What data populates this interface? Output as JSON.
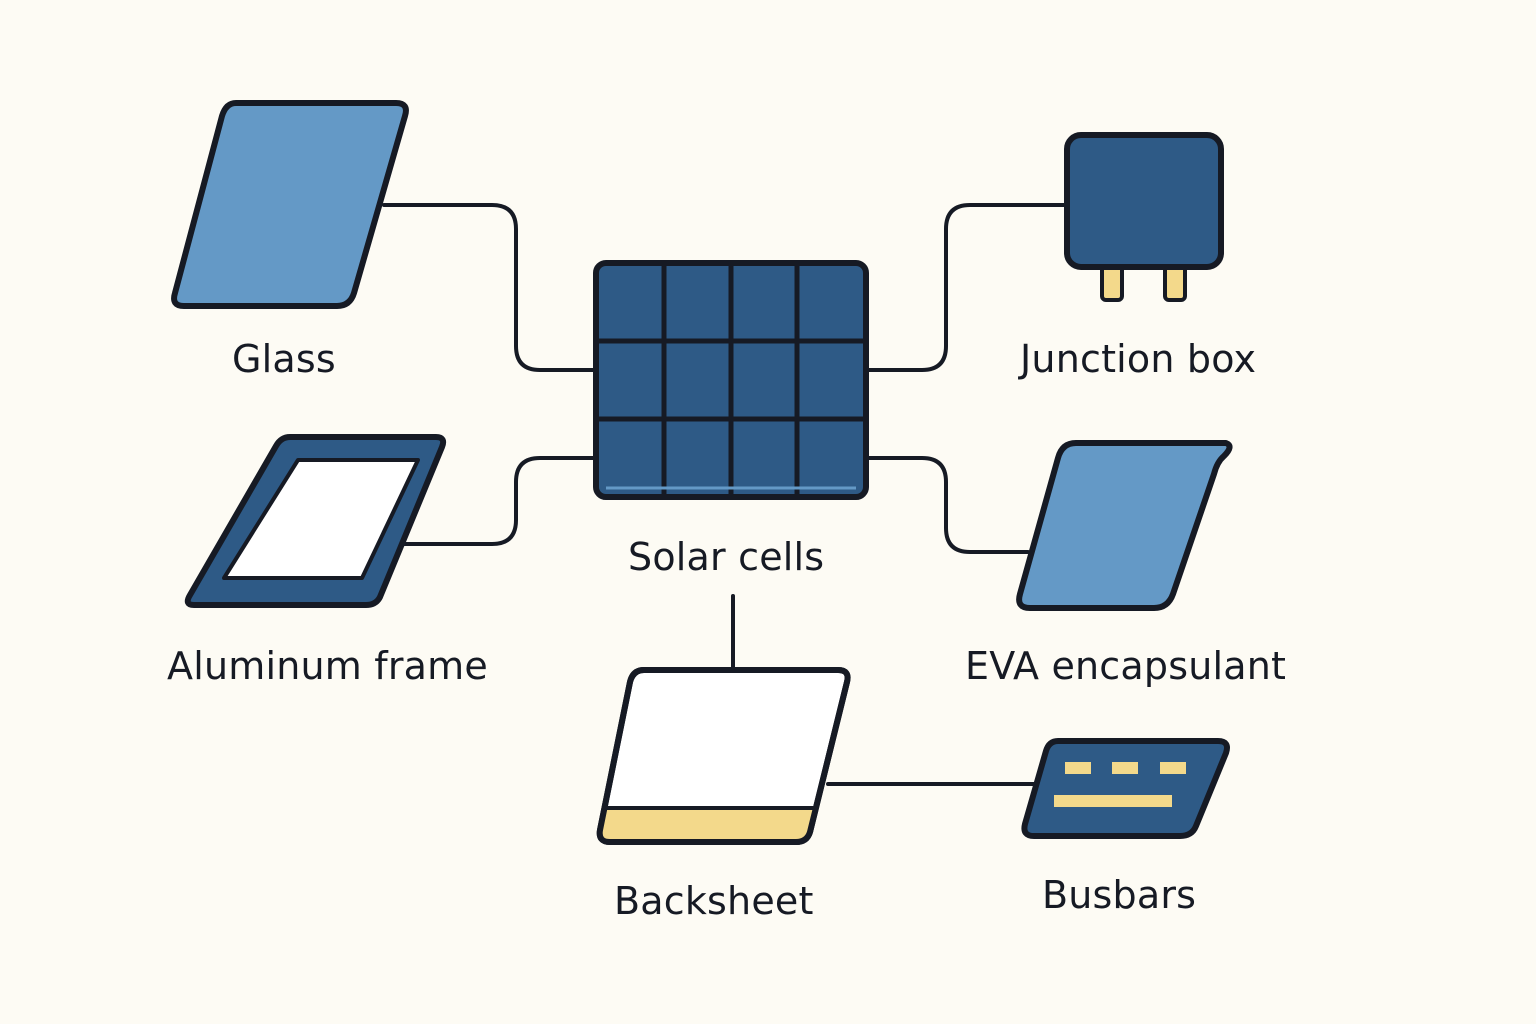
{
  "components": {
    "glass": {
      "label": "Glass"
    },
    "aluminum_frame": {
      "label": "Aluminum frame"
    },
    "solar_cells": {
      "label": "Solar cells"
    },
    "junction_box": {
      "label": "Junction box"
    },
    "eva_encapsulant": {
      "label": "EVA encapsulant"
    },
    "backsheet": {
      "label": "Backsheet"
    },
    "busbars": {
      "label": "Busbars"
    }
  },
  "colors": {
    "light_blue": "#6499c6",
    "dark_blue": "#2e5a86",
    "outline": "#161a24",
    "gold": "#f3d98b",
    "background": "#fdfbf4",
    "white": "#ffffff"
  }
}
